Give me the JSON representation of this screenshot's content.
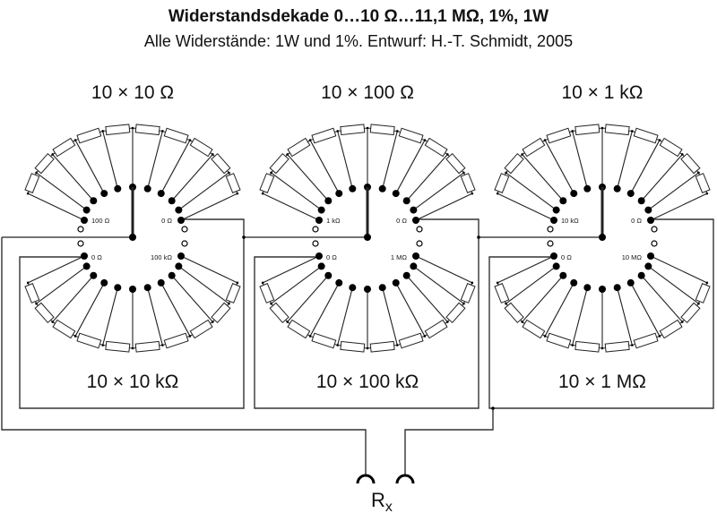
{
  "title": "Widerstandsdekade  0…10 Ω…11,1 MΩ, 1%, 1W",
  "subtitle": "Alle Widerstände: 1W und 1%. Entwurf: H.-T. Schmidt, 2005",
  "modules": [
    {
      "top_label": "10 × 10 Ω",
      "bottom_label": "10 × 10 kΩ",
      "top_left": "100 Ω",
      "top_right": "0 Ω",
      "bottom_left": "0 Ω",
      "bottom_right": "100 kΩ"
    },
    {
      "top_label": "10 × 100 Ω",
      "bottom_label": "10 × 100 kΩ",
      "top_left": "1 kΩ",
      "top_right": "0 Ω",
      "bottom_left": "0 Ω",
      "bottom_right": "1 MΩ"
    },
    {
      "top_label": "10 × 1 kΩ",
      "bottom_label": "10 × 1 MΩ",
      "top_left": "10 kΩ",
      "top_right": "0 Ω",
      "bottom_left": "0 Ω",
      "bottom_right": "10 MΩ"
    }
  ],
  "rx": {
    "main": "R",
    "sub": "x"
  }
}
